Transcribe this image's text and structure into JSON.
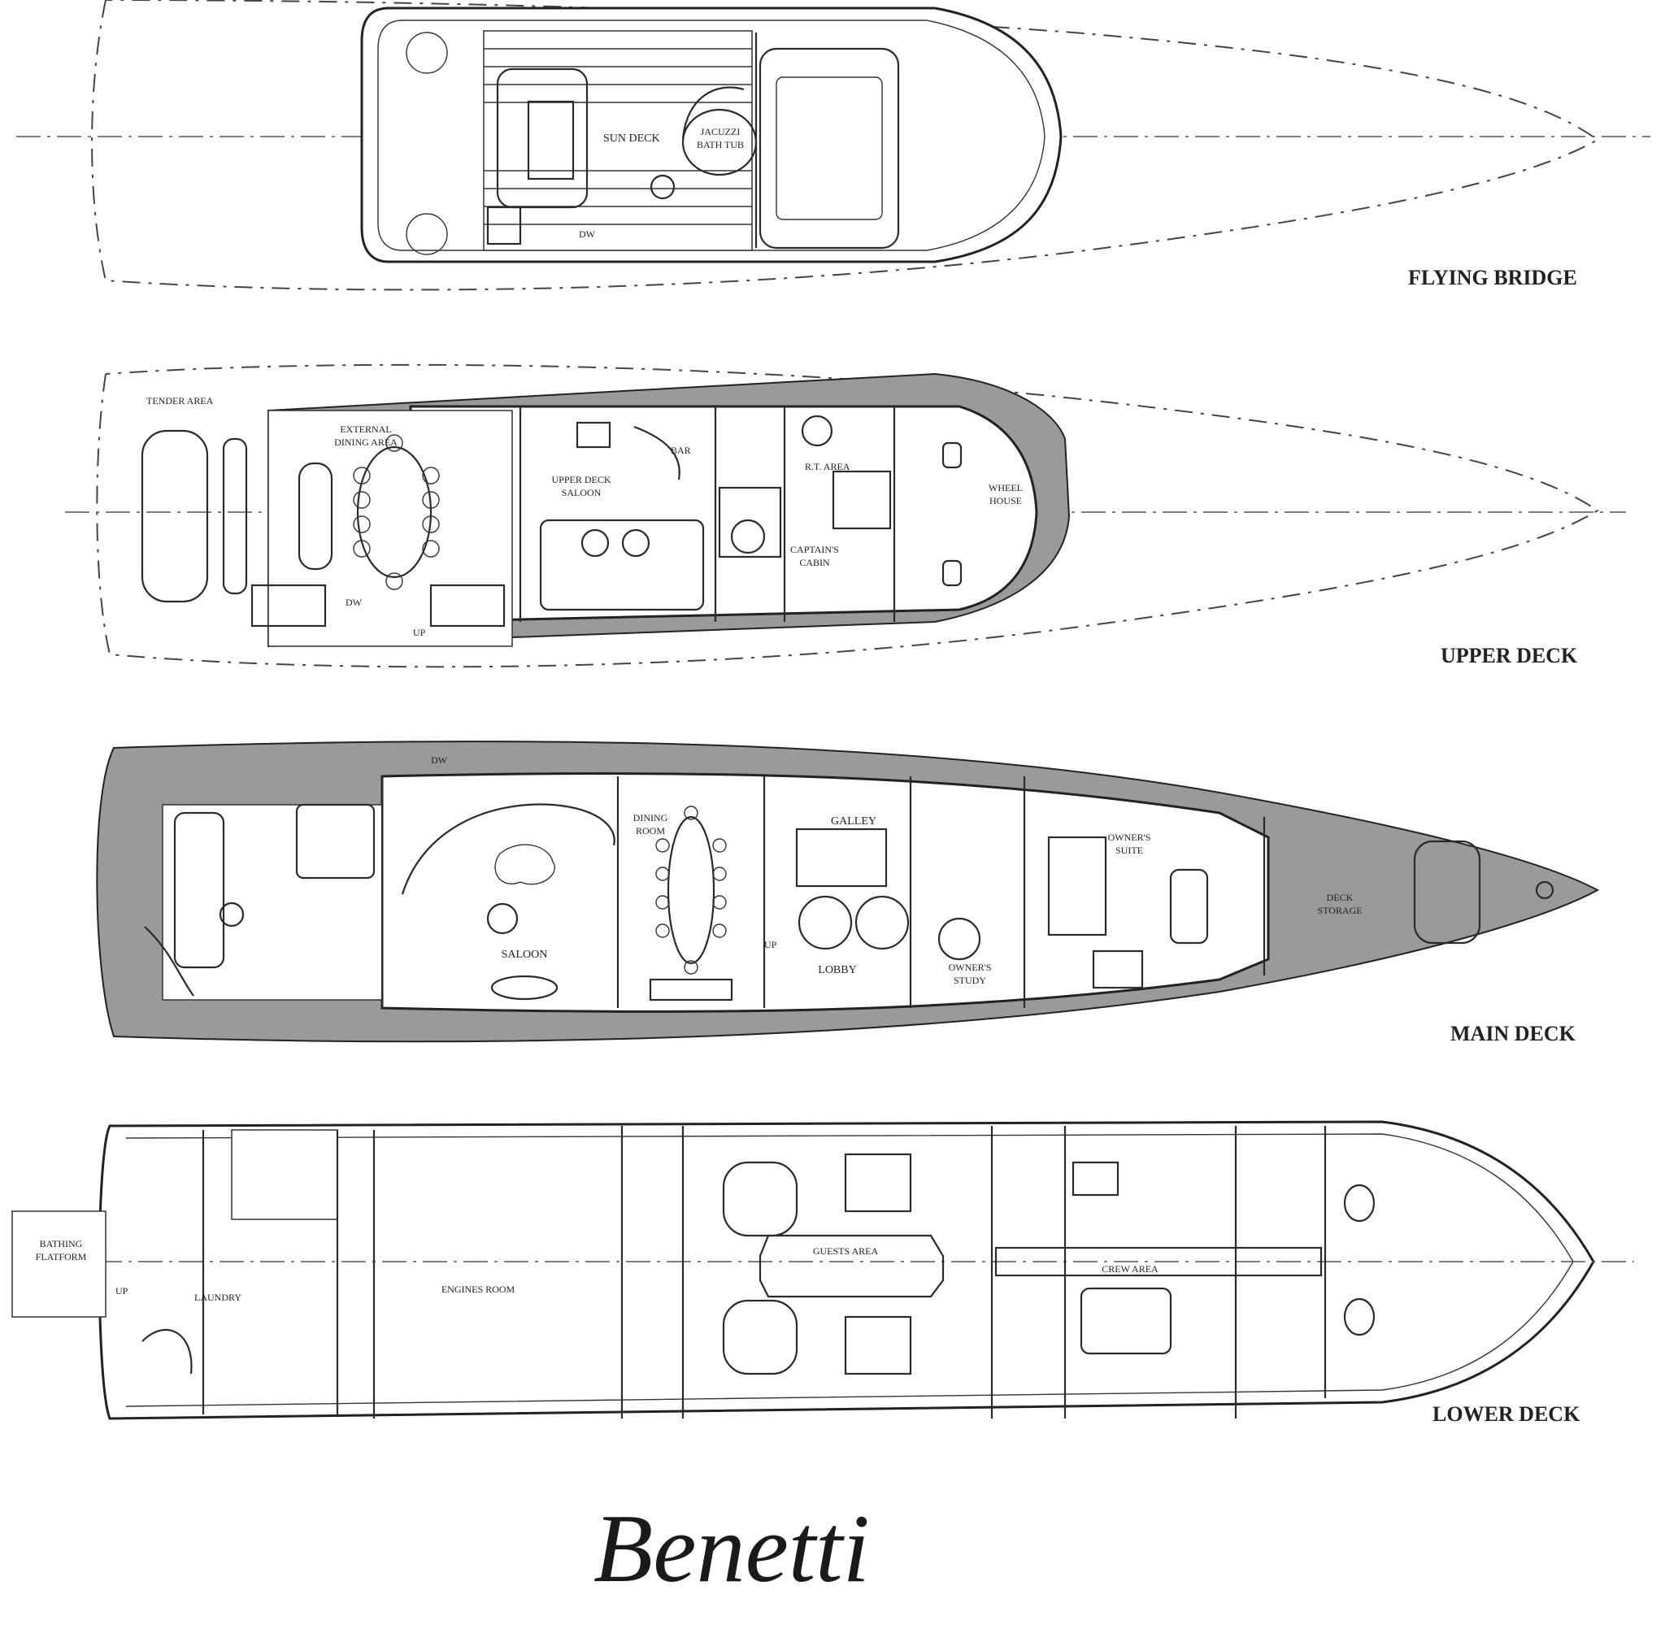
{
  "decks": {
    "flying_bridge": {
      "name": "FLYING BRIDGE",
      "labels": {
        "sun_deck": "SUN DECK",
        "jacuzzi_1": "JACUZZI",
        "jacuzzi_2": "BATH TUB",
        "dw": "DW"
      }
    },
    "upper_deck": {
      "name": "UPPER DECK",
      "labels": {
        "tender_area": "TENDER AREA",
        "external_dining_1": "EXTERNAL",
        "external_dining_2": "DINING AREA",
        "upper_saloon_1": "UPPER DECK",
        "upper_saloon_2": "SALOON",
        "bar": "BAR",
        "rt_area": "R.T. AREA",
        "captains_1": "CAPTAIN'S",
        "captains_2": "CABIN",
        "wheel_1": "WHEEL",
        "wheel_2": "HOUSE",
        "dw": "DW",
        "up": "UP"
      }
    },
    "main_deck": {
      "name": "MAIN DECK",
      "labels": {
        "saloon": "SALOON",
        "dining_1": "DINING",
        "dining_2": "ROOM",
        "galley": "GALLEY",
        "lobby": "LOBBY",
        "owners_study_1": "OWNER'S",
        "owners_study_2": "STUDY",
        "owners_suite_1": "OWNER'S",
        "owners_suite_2": "SUITE",
        "deck_storage_1": "DECK",
        "deck_storage_2": "STORAGE",
        "dw": "DW",
        "up": "UP"
      }
    },
    "lower_deck": {
      "name": "LOWER DECK",
      "labels": {
        "bathing_1": "BATHING",
        "bathing_2": "FLATFORM",
        "laundry": "LAUNDRY",
        "engines_room": "ENGINES ROOM",
        "guests_area": "GUESTS AREA",
        "crew_area": "CREW AREA",
        "up": "UP"
      }
    }
  },
  "brand": "Benetti"
}
